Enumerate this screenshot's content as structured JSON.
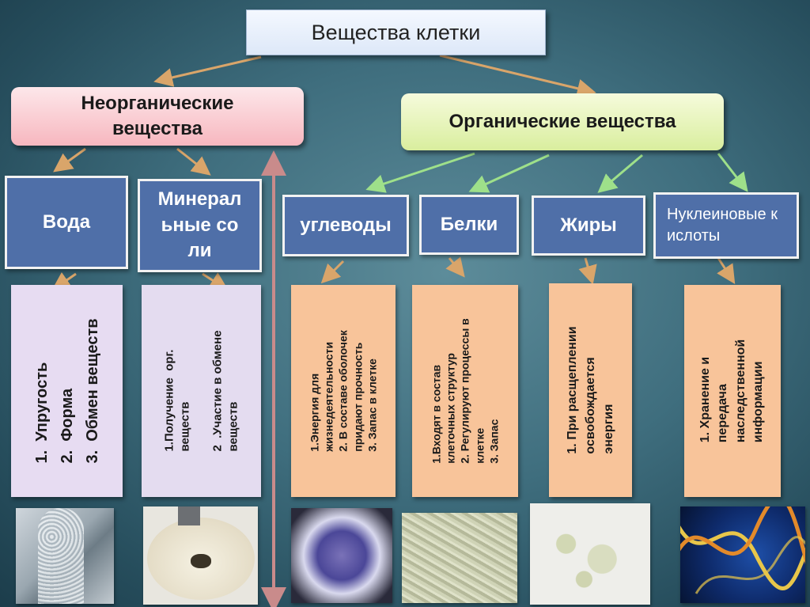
{
  "title": "Вещества клетки",
  "inorganic": {
    "label": "Неорганические вещества",
    "children": [
      {
        "label": "Вода",
        "description": "1.  Упругость\n2.  Форма\n3.  Обмен веществ"
      },
      {
        "label": "Минеральные соли",
        "description": "1.Получение  орг.\nвеществ\n\n2  .Участие в обмене\nвеществ"
      }
    ]
  },
  "organic": {
    "label": "Органические вещества",
    "children": [
      {
        "label": "углеводы",
        "description": "1.Энергия для\nжизнедеятельности\n2. В составе оболочек\nпридают прочность\n3. Запас в клетке"
      },
      {
        "label": "Белки",
        "description": "1.Входят в состав\nклеточных структур\n2. Регулируют процессы в\nклетке\n3. Запас"
      },
      {
        "label": "Жиры",
        "description": "1. При расщеплении\nосвобождается\nэнергия"
      },
      {
        "label": "Нуклеиновые кислоты",
        "description": "1. Хранение и\nпередача\nнаследственной\nинформации"
      }
    ]
  },
  "colors": {
    "background": "#3f6e7e",
    "box": "#4f6fa8",
    "arrow_orange": "#d9a56a",
    "arrow_green": "#9ee08a",
    "inorganic_card": "#e7dcf2",
    "organic_card": "#f8c49a",
    "divider": "#c98b8b"
  }
}
